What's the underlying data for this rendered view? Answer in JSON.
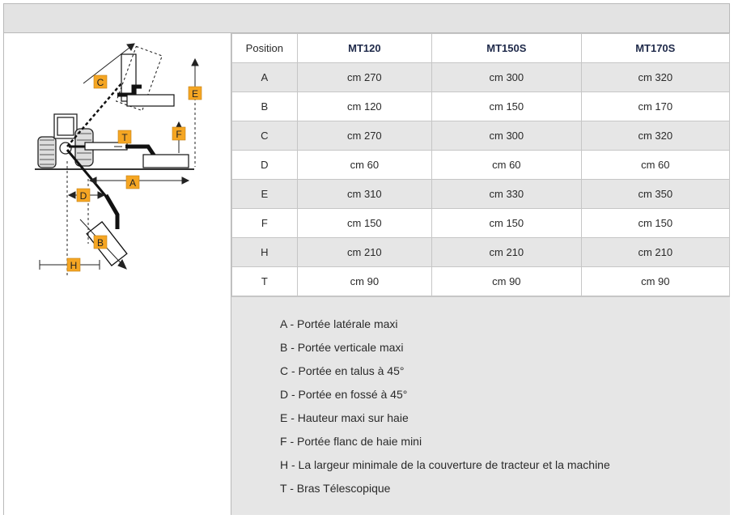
{
  "table": {
    "headers": [
      "Position",
      "MT120",
      "MT150S",
      "MT170S"
    ],
    "rows": [
      [
        "A",
        "cm 270",
        "cm 300",
        "cm 320"
      ],
      [
        "B",
        "cm 120",
        "cm 150",
        "cm 170"
      ],
      [
        "C",
        "cm 270",
        "cm 300",
        "cm 320"
      ],
      [
        "D",
        "cm 60",
        "cm 60",
        "cm 60"
      ],
      [
        "E",
        "cm 310",
        "cm 330",
        "cm 350"
      ],
      [
        "F",
        "cm 150",
        "cm 150",
        "cm 150"
      ],
      [
        "H",
        "cm 210",
        "cm 210",
        "cm 210"
      ],
      [
        "T",
        "cm 90",
        "cm 90",
        "cm 90"
      ]
    ]
  },
  "legend": [
    "A - Portée latérale maxi",
    "B - Portée verticale maxi",
    "C - Portée en talus à 45°",
    "D - Portée en fossé à 45°",
    "E - Hauteur maxi sur haie",
    "F - Portée flanc de haie mini",
    "H - La largeur minimale de la couverture de tracteur et la machine",
    "T - Bras Télescopique"
  ],
  "diagram": {
    "labels": [
      "C",
      "E",
      "T",
      "F",
      "A",
      "D",
      "B",
      "H"
    ],
    "label_color": "#f5a623"
  }
}
